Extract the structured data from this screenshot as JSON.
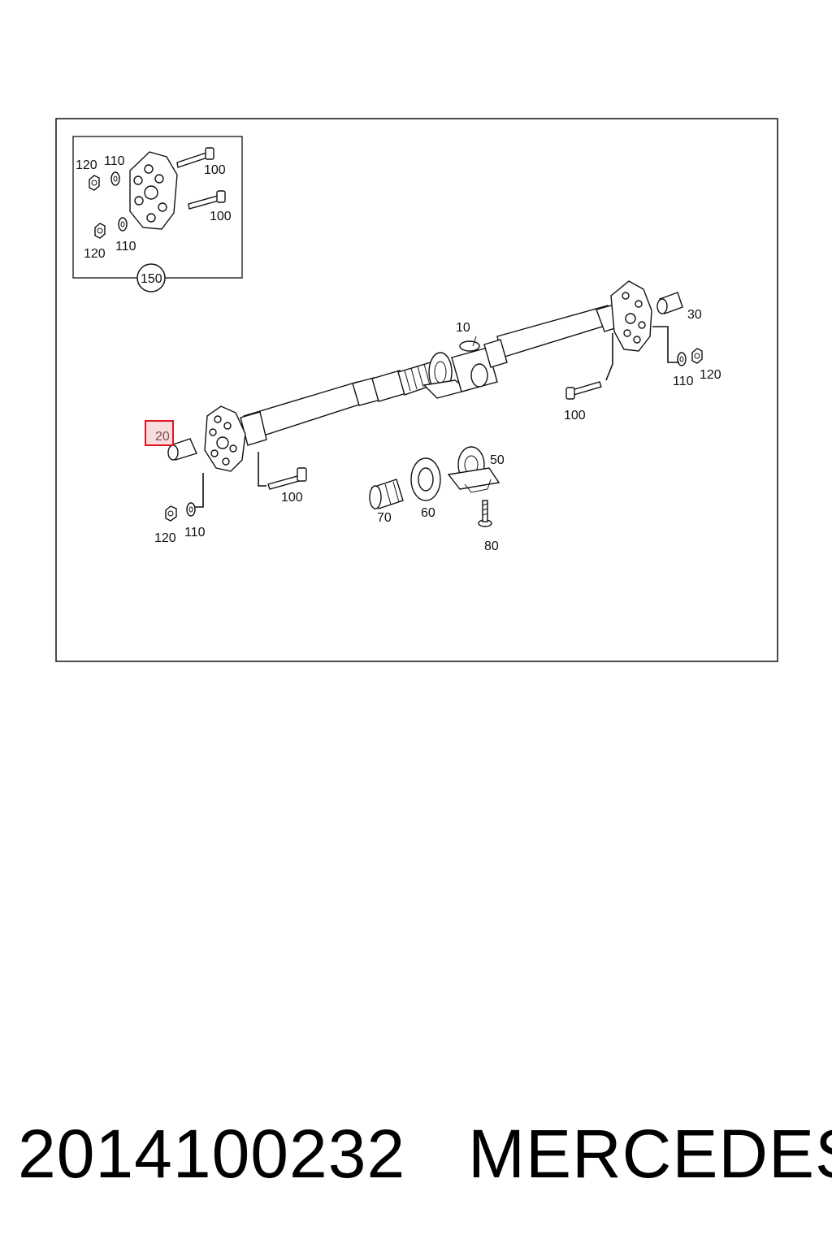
{
  "diagram": {
    "callouts": {
      "inset_120_top": "120",
      "inset_110_top": "110",
      "inset_100_top": "100",
      "inset_100_mid": "100",
      "inset_120_bottom": "120",
      "inset_110_bottom": "110",
      "inset_150": "150",
      "p10": "10",
      "p20": "20",
      "p30": "30",
      "p50": "50",
      "p60": "60",
      "p70": "70",
      "p80": "80",
      "right_110": "110",
      "right_120": "120",
      "right_100": "100",
      "left_100": "100",
      "left_120": "120",
      "left_110": "110"
    },
    "highlighted_callout": "20",
    "highlight_color": "#e0141e"
  },
  "footer": {
    "part_number": "2014100232",
    "brand": "MERCEDES"
  }
}
